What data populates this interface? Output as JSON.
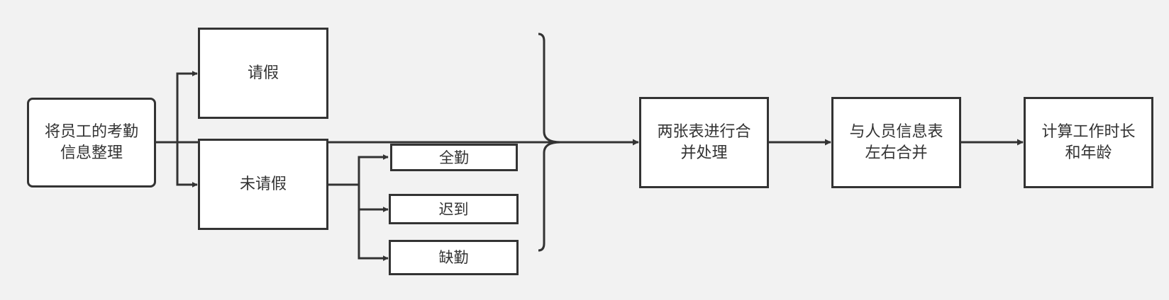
{
  "nodes": {
    "start": "将员工的考勤\n信息整理",
    "leave": "请假",
    "no_leave": "未请假",
    "full": "全勤",
    "late": "迟到",
    "absent": "缺勤",
    "merge_tables": "两张表进行合\n并处理",
    "merge_staff": "与人员信息表\n左右合并",
    "compute": "计算工作时长\n和年龄"
  },
  "colors": {
    "background": "#f2f2f2",
    "stroke": "#333333",
    "node_fill": "#ffffff"
  }
}
